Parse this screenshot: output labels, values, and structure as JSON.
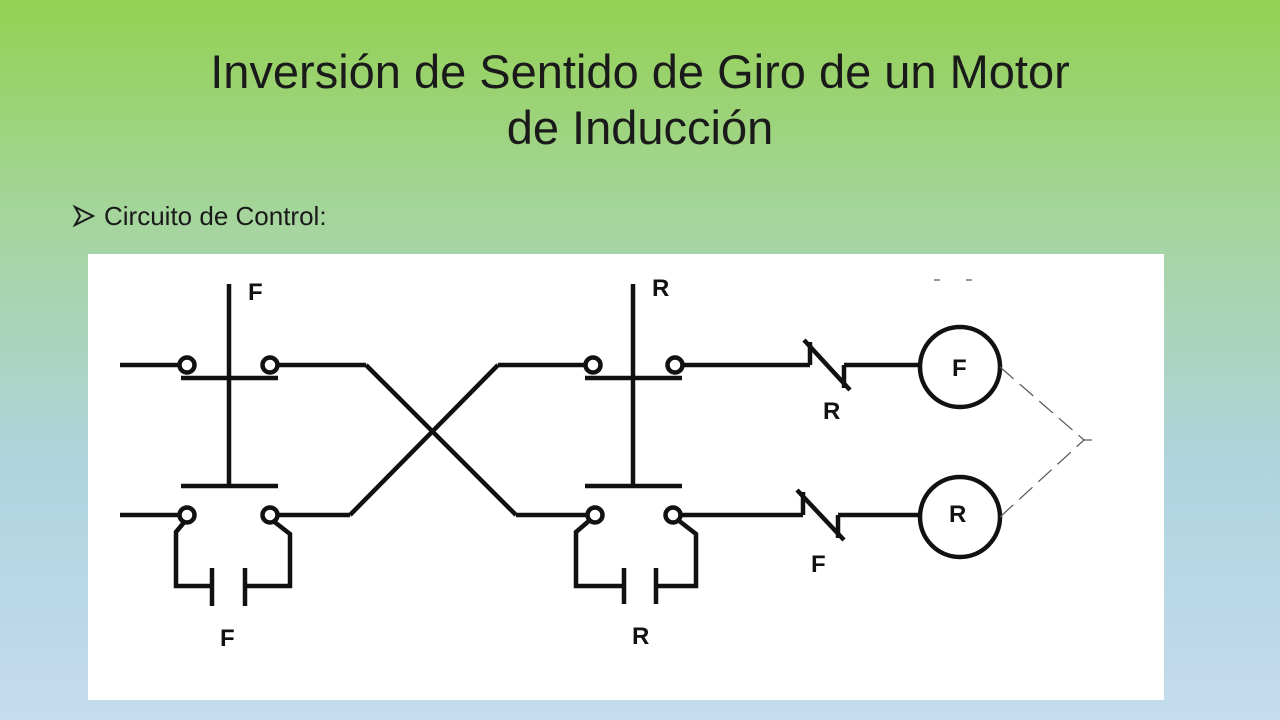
{
  "slide": {
    "title_line1": "Inversión de Sentido de Giro de un Motor",
    "title_line2": "de Inducción",
    "bullet_text": "Circuito de Control:"
  },
  "diagram": {
    "labels": {
      "forward_button": "F",
      "reverse_button": "R",
      "forward_seal_contact": "F",
      "reverse_seal_contact": "R",
      "interlock_top": "R",
      "interlock_bottom": "F",
      "coil_forward": "F",
      "coil_reverse": "R"
    }
  },
  "colors": {
    "background_top": "#93d152",
    "background_bottom": "#c4dcee",
    "line": "#111111",
    "panel": "#ffffff"
  },
  "icons": {
    "bullet": "arrowhead-bullet-icon"
  }
}
